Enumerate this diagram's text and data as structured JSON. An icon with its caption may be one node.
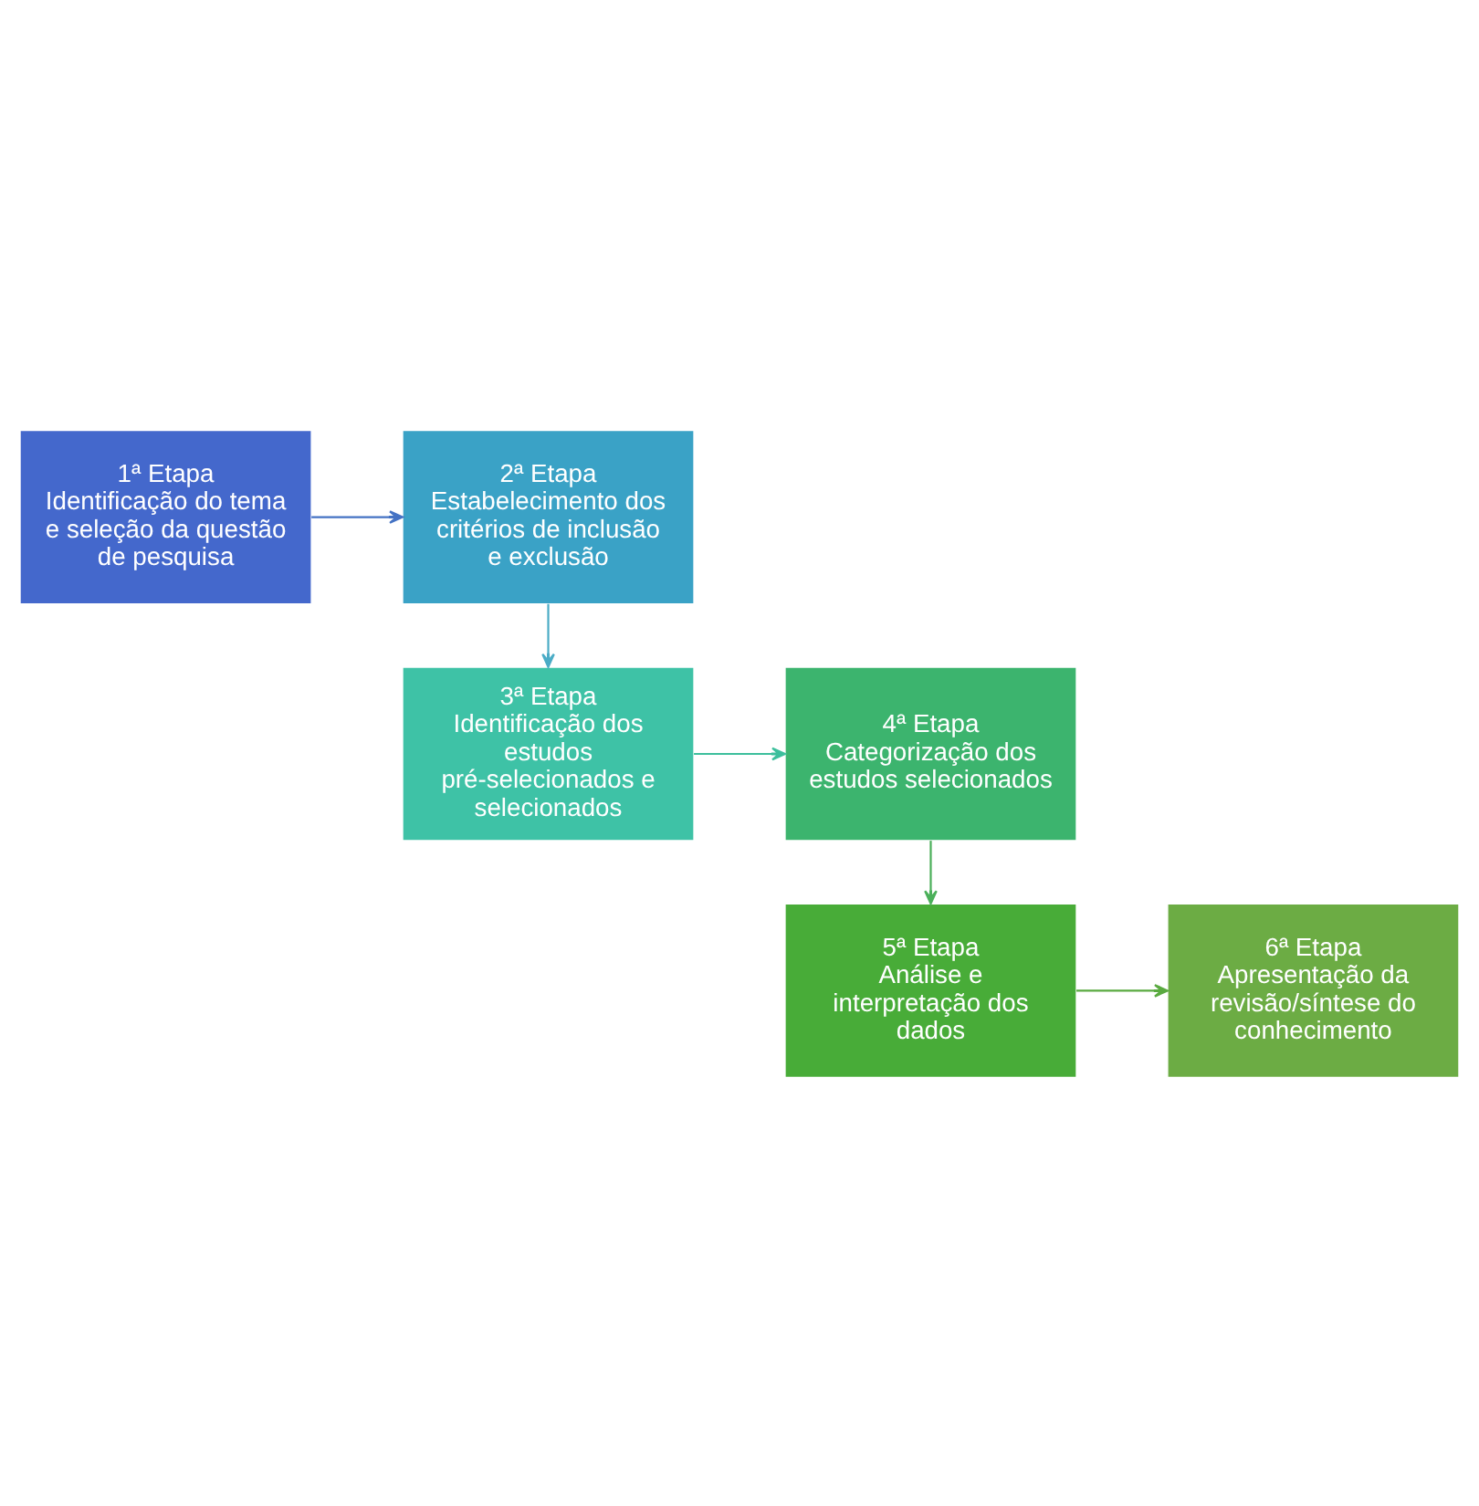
{
  "diagram": {
    "nodes": [
      {
        "text": [
          "1ª Etapa",
          "Identificação do tema e seleção da questão de pesquisa"
        ]
      },
      {
        "text": [
          "2ª Etapa",
          "Estabelecimento dos critérios de inclusão e exclusão"
        ]
      },
      {
        "text": [
          "3ª Etapa",
          "Identificação dos estudos pré-selecionados e selecionados"
        ]
      },
      {
        "text": [
          "4ª Etapa",
          "Categorização dos estudos selecionados"
        ]
      },
      {
        "text": [
          "5ª Etapa",
          "Análise e interpretação dos dados"
        ]
      },
      {
        "text": [
          "6ª Etapa",
          "Apresentação da revisão/síntese do conhecimento"
        ]
      }
    ],
    "edges": [
      {
        "from": 0,
        "to": 1,
        "arrow": "to",
        "color": "#4472c4"
      },
      {
        "from": 1,
        "to": 2,
        "arrow": "to",
        "color": "#4bacc6"
      },
      {
        "from": 2,
        "to": 3,
        "arrow": "to",
        "color": "#3cbf9c"
      },
      {
        "from": 3,
        "to": 4,
        "arrow": "to",
        "color": "#4bb05a"
      },
      {
        "from": 4,
        "to": 5,
        "arrow": "to",
        "color": "#5aaa40"
      }
    ]
  }
}
